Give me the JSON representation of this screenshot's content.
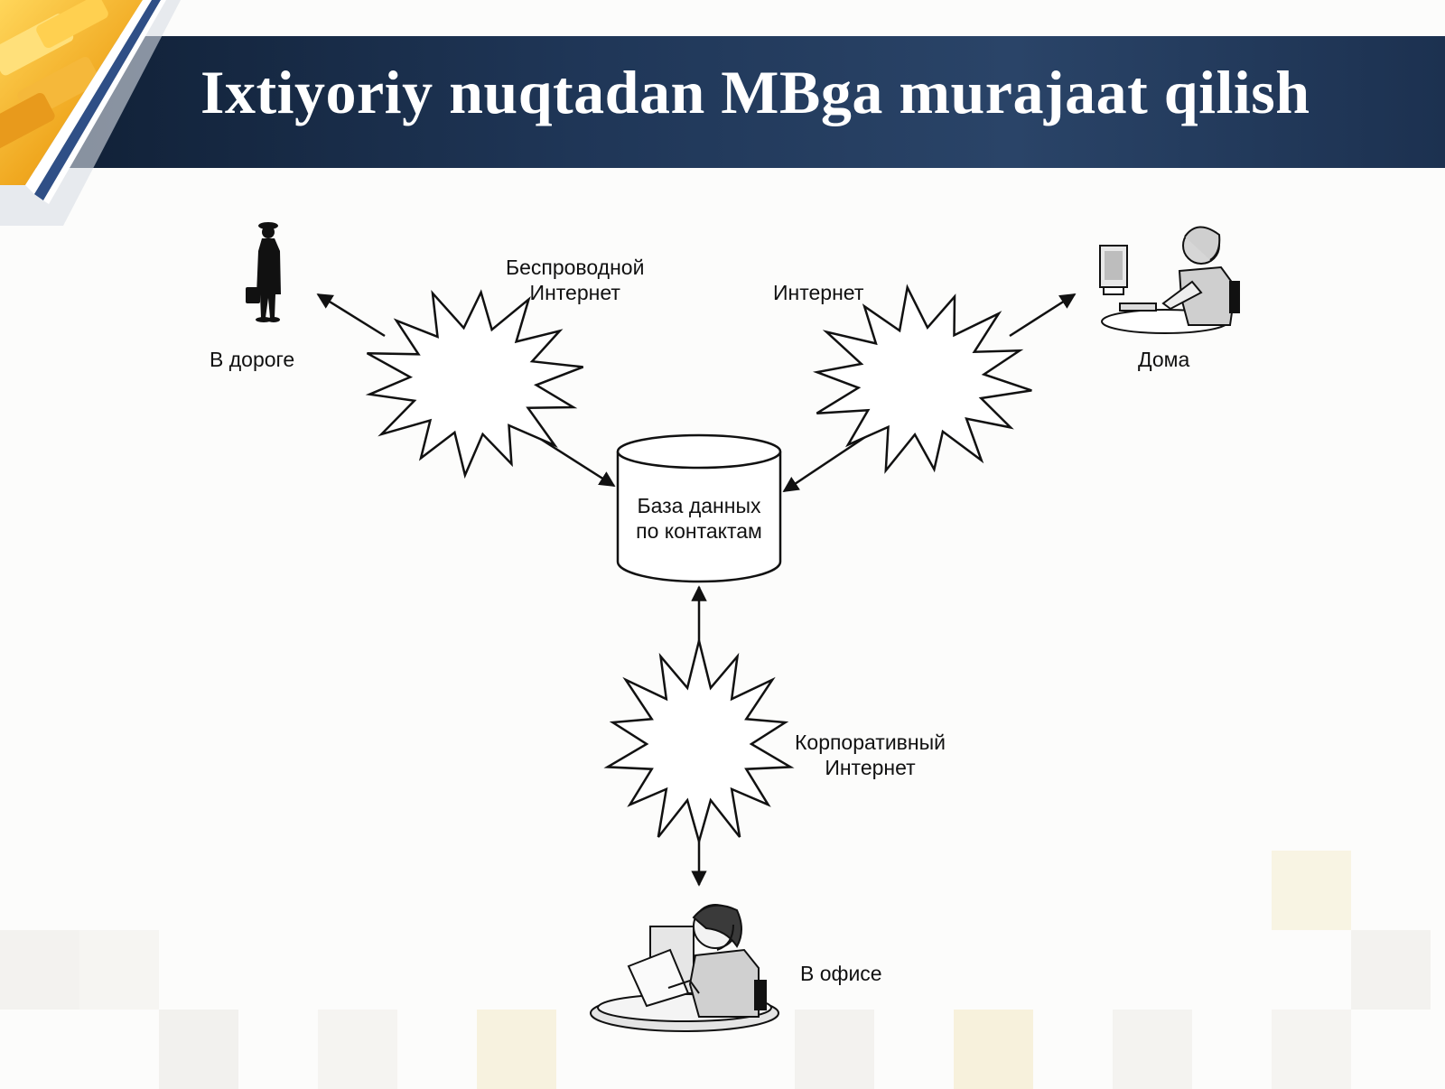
{
  "slide": {
    "title": "Ixtiyoriy nuqtadan MBga murajaat qilish",
    "colors": {
      "header": "#1f3657",
      "title": "#ffffff",
      "accent": "#f0a820",
      "ink": "#111111"
    }
  },
  "diagram": {
    "nodes": {
      "database": {
        "line1": "База данных",
        "line2": "по контактам",
        "icon": "database-cylinder-icon"
      },
      "on_road": {
        "label": "В дороге",
        "icon": "traveler-silhouette-icon"
      },
      "home": {
        "label": "Дома",
        "icon": "home-computer-user-icon"
      },
      "office": {
        "label": "В офисе",
        "icon": "office-headset-worker-icon"
      }
    },
    "networks": {
      "wireless": {
        "line1": "Беспроводной",
        "line2": "Интернет",
        "icon": "starburst-network-icon"
      },
      "internet": {
        "line1": "Интернет",
        "line2": "",
        "icon": "starburst-network-icon"
      },
      "corporate": {
        "line1": "Корпоративный",
        "line2": "Интернет",
        "icon": "starburst-network-icon"
      }
    }
  }
}
